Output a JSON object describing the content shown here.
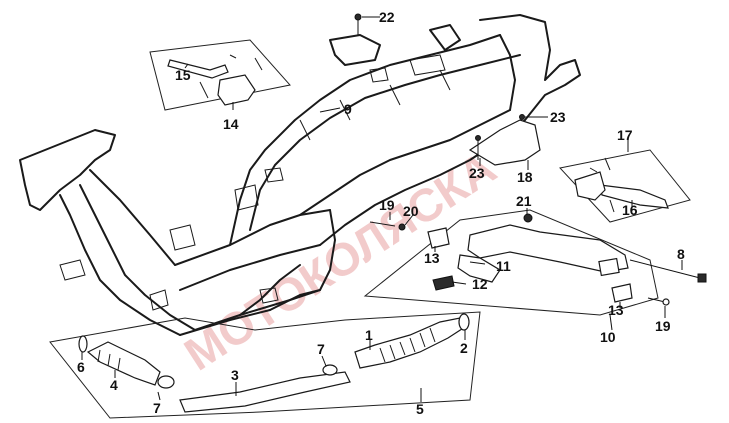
{
  "diagram": {
    "part_numbers": {
      "p1": "1",
      "p2": "2",
      "p3": "3",
      "p4": "4",
      "p5": "5",
      "p6": "6",
      "p7a": "7",
      "p7b": "7",
      "p8": "8",
      "p9": "9",
      "p10": "10",
      "p11": "11",
      "p12": "12",
      "p13a": "13",
      "p13b": "13",
      "p14": "14",
      "p15": "15",
      "p16": "16",
      "p17": "17",
      "p18": "18",
      "p19a": "19",
      "p19b": "19",
      "p20": "20",
      "p21": "21",
      "p22": "22",
      "p23a": "23",
      "p23b": "23"
    },
    "watermark": {
      "main": "МОТОКОЛЯСКА",
      "sub": ""
    },
    "colors": {
      "line": "#1a1a1a",
      "watermark": "#e8a0a0",
      "background": "#ffffff"
    }
  }
}
